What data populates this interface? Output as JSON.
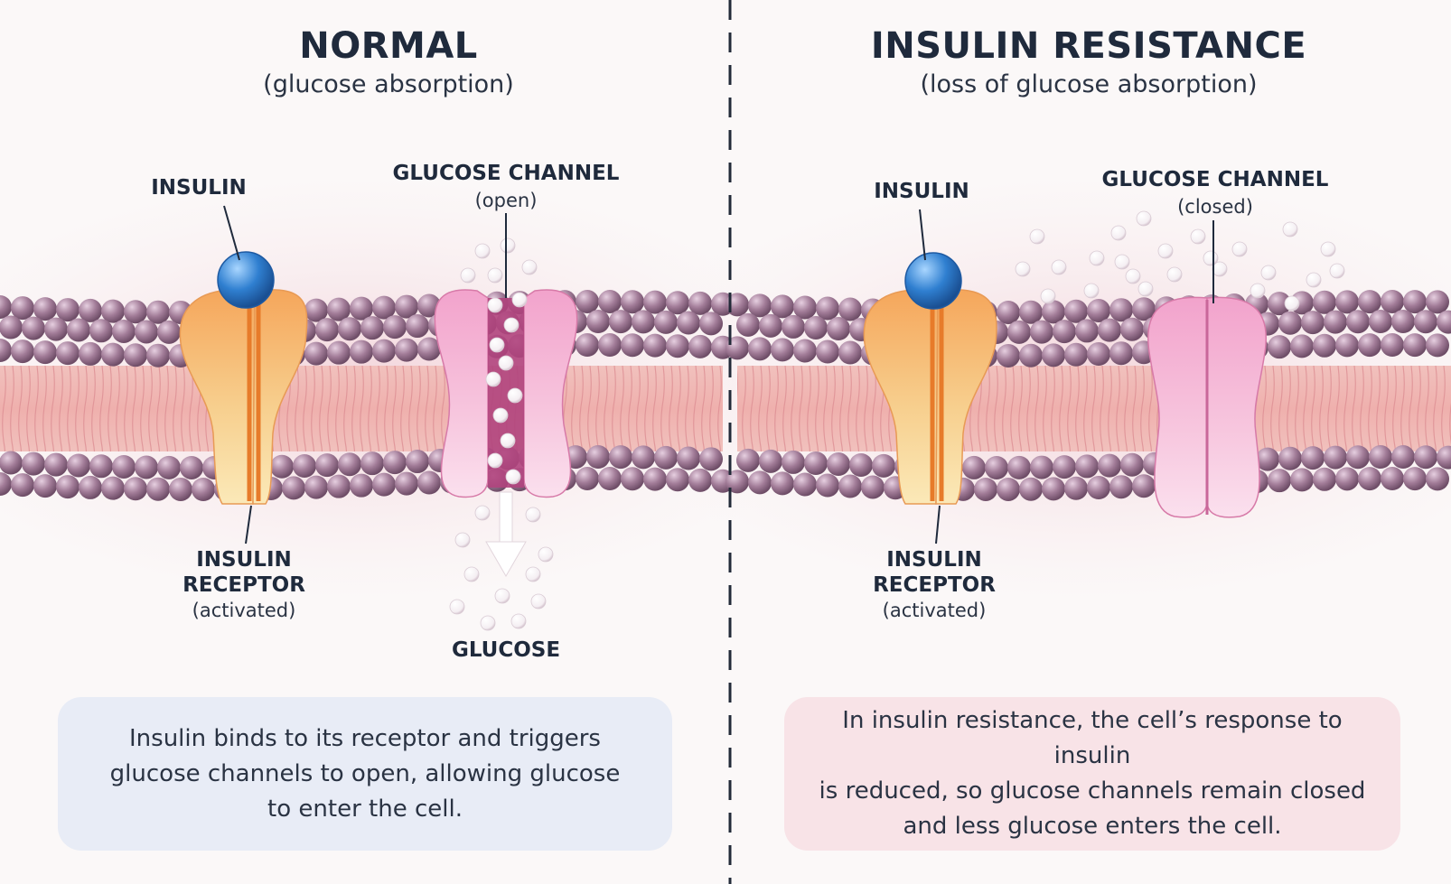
{
  "divider": {
    "style": "dashed"
  },
  "panels": {
    "normal": {
      "title": "NORMAL",
      "subtitle": "(glucose absorption)",
      "insulin_label": "INSULIN",
      "channel_label": "GLUCOSE CHANNEL",
      "channel_state": "(open)",
      "receptor_label_line1": "INSULIN",
      "receptor_label_line2": "RECEPTOR",
      "receptor_state": "(activated)",
      "glucose_label": "GLUCOSE",
      "caption": [
        "Insulin binds to its receptor and triggers",
        "glucose channels to open, allowing glucose",
        "to enter the cell."
      ]
    },
    "resistance": {
      "title": "INSULIN RESISTANCE",
      "subtitle": "(loss of glucose absorption)",
      "insulin_label": "INSULIN",
      "channel_label": "GLUCOSE CHANNEL",
      "channel_state": "(closed)",
      "receptor_label_line1": "INSULIN",
      "receptor_label_line2": "RECEPTOR",
      "receptor_state": "(activated)",
      "caption": [
        "In insulin resistance, the cell’s response to insulin",
        "is reduced, so glucose channels remain closed",
        "and less glucose enters the cell."
      ]
    }
  },
  "colors": {
    "insulin": "#2f7fd0",
    "receptor": "#f5a65b",
    "channel": "#f2a3cc",
    "lipid_head": "#9c7592",
    "lipid_tail": "#e7a0a2",
    "glucose": "#ffffff"
  }
}
